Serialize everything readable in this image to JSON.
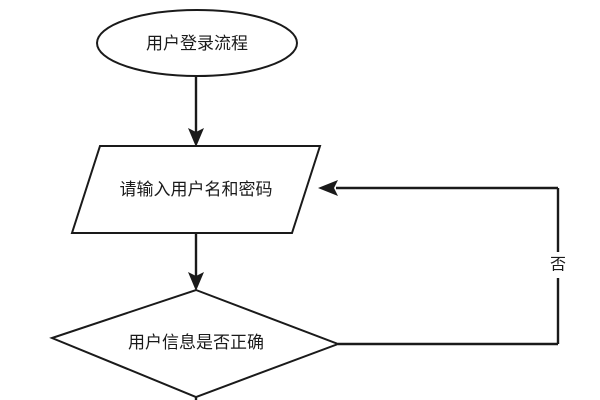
{
  "diagram": {
    "type": "flowchart",
    "direction": "top-to-bottom",
    "background_color": "#ffffff",
    "stroke_color": "#1a1a1a",
    "text_color": "#1a1a1a",
    "nodes": [
      {
        "id": "start",
        "shape": "ellipse",
        "label": "用户登录流程"
      },
      {
        "id": "input",
        "shape": "parallelogram",
        "label": "请输入用户名和密码"
      },
      {
        "id": "decision",
        "shape": "diamond",
        "label": "用户信息是否正确"
      }
    ],
    "edges": [
      {
        "id": "start-to-input",
        "from": "start",
        "to": "input",
        "label": "",
        "arrow": true
      },
      {
        "id": "input-to-decision",
        "from": "input",
        "to": "decision",
        "label": "",
        "arrow": true
      },
      {
        "id": "decision-to-input",
        "from": "decision",
        "to": "input",
        "label": "否",
        "arrow": true
      },
      {
        "id": "decision-down",
        "from": "decision",
        "to": "",
        "label": "",
        "arrow": false
      }
    ]
  }
}
